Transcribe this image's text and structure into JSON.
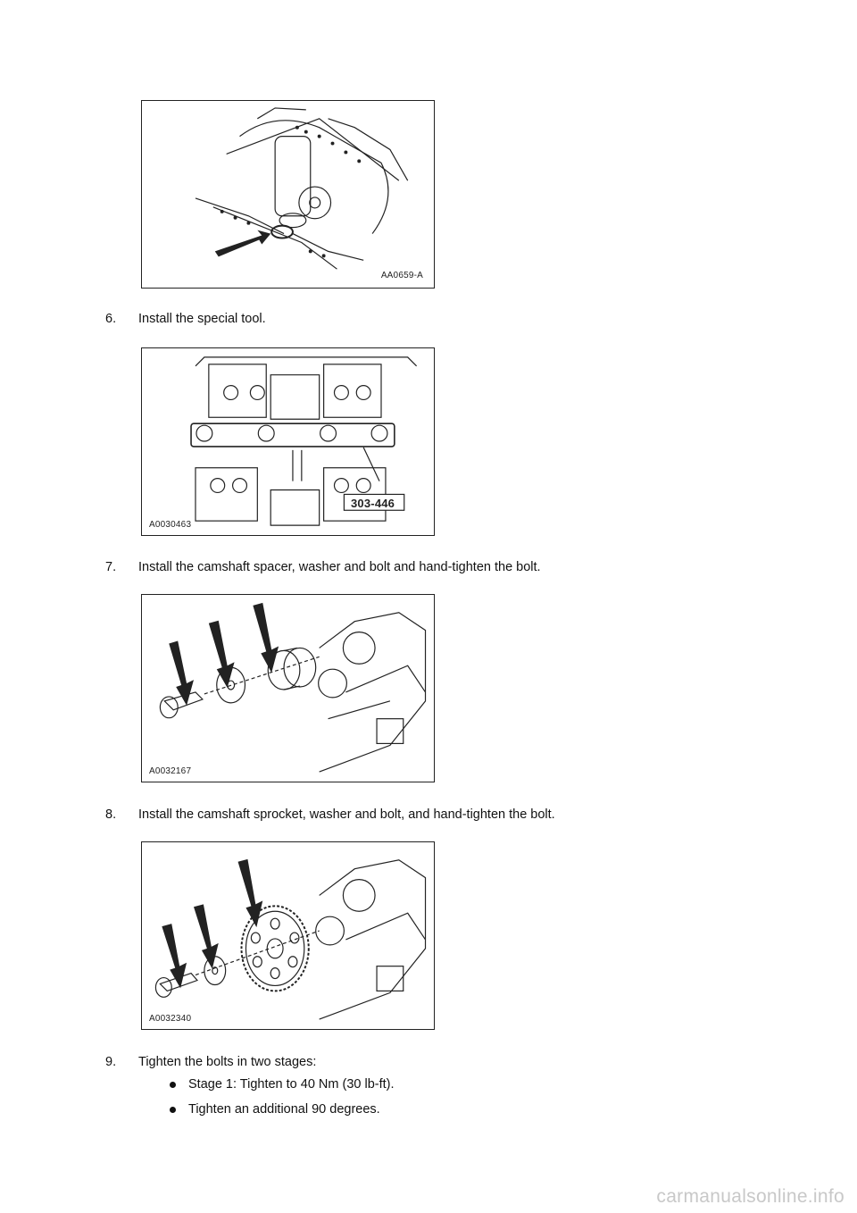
{
  "figures": [
    {
      "code": "AA0659-A"
    },
    {
      "code": "A0030463",
      "callout": "303-446"
    },
    {
      "code": "A0032167"
    },
    {
      "code": "A0032340"
    }
  ],
  "steps": [
    {
      "num": "6.",
      "text": "Install the special tool."
    },
    {
      "num": "7.",
      "text": "Install the camshaft spacer, washer and bolt and hand-tighten the bolt."
    },
    {
      "num": "8.",
      "text": "Install the camshaft sprocket, washer and bolt, and hand-tighten the bolt."
    },
    {
      "num": "9.",
      "text": "Tighten the bolts in two stages:"
    }
  ],
  "substeps": [
    "Stage 1: Tighten to 40 Nm (30 lb-ft).",
    "Tighten an additional 90 degrees."
  ],
  "watermark": "carmanualsonline.info"
}
